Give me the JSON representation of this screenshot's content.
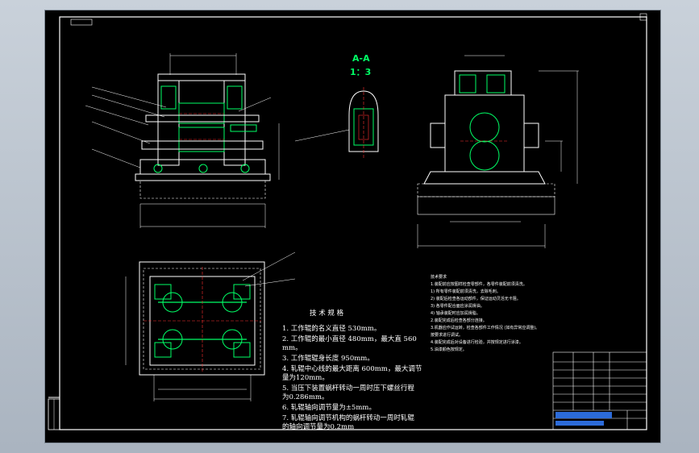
{
  "section": {
    "label": "A-A",
    "scale": "1：3"
  },
  "technical_requirements": {
    "heading": "技 术 规 格",
    "lines": [
      "1. 工作辊的名义直径 530mm。",
      "2. 工作辊的最小直径 480mm，最大直 560",
      "mm。",
      "3. 工作辊辊身长度 950mm。",
      "4. 轧辊中心线的最大距离 600mm，最大调节",
      "量为120mm。",
      "5. 当压下装置蜗杆转动一周时压下螺丝行程",
      "为0.286mm。",
      "6. 轧辊轴向调节量为±5mm。",
      "7. 轧辊轴向调节机构的蜗杆转动一周时轧辊",
      "的轴向调节量为0.2mm"
    ]
  },
  "notes": {
    "lines": [
      "技术要求",
      "1.装配前应按图样检查零部件，各零件装配前须清洗。",
      "1) 所有零件装配前须清洗，去除毛刺。",
      "2) 装配后检查各运动部件，保证运动灵活无卡阻。",
      "3) 各零件配合面应涂润滑油。",
      "4) 轴承装配时应加润滑脂。",
      "2.装配完成后检查各部分连接。",
      "3.机器应作试运转，检查各部件工作情况 (如有异常应调整)。",
      "按要求进行调试。",
      "4.装配完成后对设备进行检验，并按规定进行涂漆。",
      "5.油漆颜色按规定。"
    ]
  }
}
